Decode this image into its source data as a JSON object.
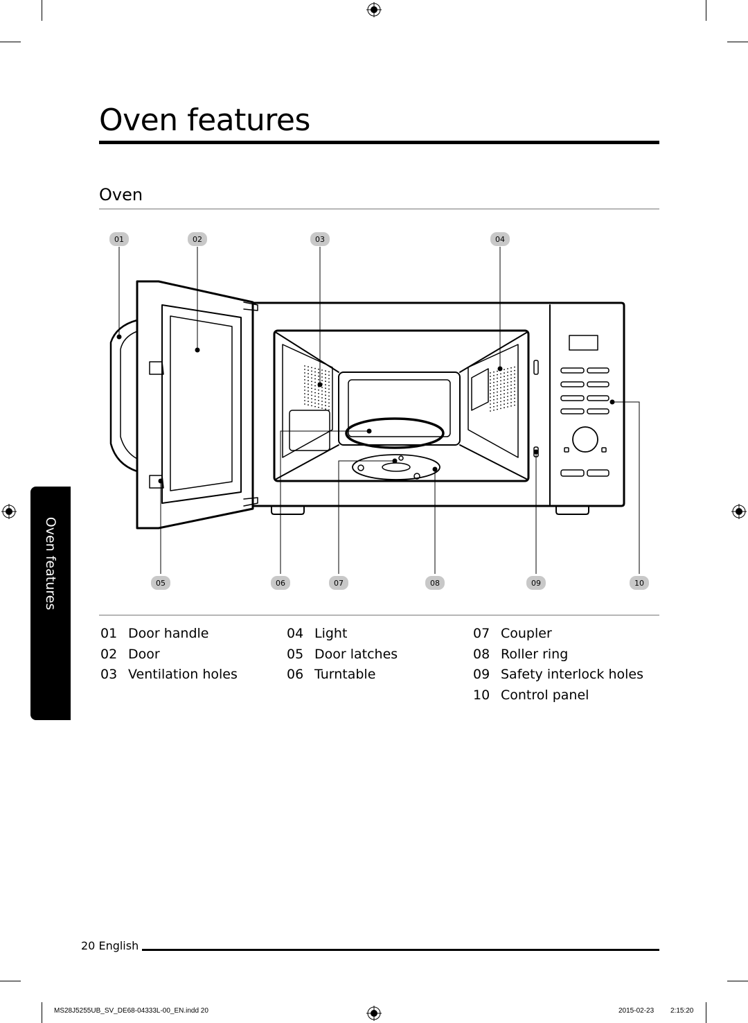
{
  "page": {
    "title": "Oven features",
    "section": "Oven",
    "side_tab": "Oven features"
  },
  "callouts": {
    "top": [
      "01",
      "02",
      "03",
      "04"
    ],
    "bottom": [
      "05",
      "06",
      "07",
      "08",
      "09",
      "10"
    ]
  },
  "legend": [
    {
      "num": "01",
      "label": "Door handle"
    },
    {
      "num": "02",
      "label": "Door"
    },
    {
      "num": "03",
      "label": "Ventilation holes"
    },
    {
      "num": "04",
      "label": "Light"
    },
    {
      "num": "05",
      "label": "Door latches"
    },
    {
      "num": "06",
      "label": "Turntable"
    },
    {
      "num": "07",
      "label": "Coupler"
    },
    {
      "num": "08",
      "label": "Roller ring"
    },
    {
      "num": "09",
      "label": "Safety interlock holes"
    },
    {
      "num": "10",
      "label": "Control panel"
    }
  ],
  "footer": {
    "page_number": "20",
    "language": "English",
    "file": "MS28J5255UB_SV_DE68-04333L-00_EN.indd   20",
    "date": "2015-02-23",
    "time": "2:15:20"
  },
  "colors": {
    "badge": "#c8c8c8",
    "ink": "#000000"
  }
}
